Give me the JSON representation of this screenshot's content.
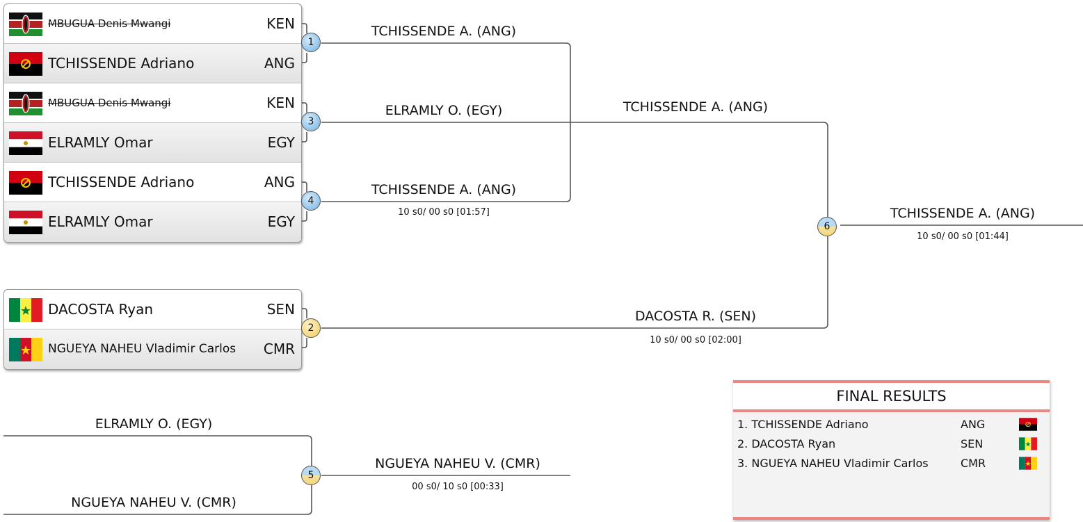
{
  "pools": [
    {
      "entries": [
        {
          "name": "MBUGUA Denis Mwangi",
          "code": "KEN",
          "flag": "kenya-flag",
          "struck": true
        },
        {
          "name": "TCHISSENDE Adriano",
          "code": "ANG",
          "flag": "angola-flag",
          "struck": false
        },
        {
          "name": "MBUGUA Denis Mwangi",
          "code": "KEN",
          "flag": "kenya-flag",
          "struck": true
        },
        {
          "name": "ELRAMLY Omar",
          "code": "EGY",
          "flag": "egypt-flag",
          "struck": false
        },
        {
          "name": "TCHISSENDE Adriano",
          "code": "ANG",
          "flag": "angola-flag",
          "struck": false
        },
        {
          "name": "ELRAMLY Omar",
          "code": "EGY",
          "flag": "egypt-flag",
          "struck": false
        }
      ]
    },
    {
      "entries": [
        {
          "name": "DACOSTA Ryan",
          "code": "SEN",
          "flag": "senegal-flag",
          "struck": false
        },
        {
          "name": "NGUEYA NAHEU Vladimir Carlos",
          "code": "CMR",
          "flag": "cameroon-flag",
          "struck": false
        }
      ]
    }
  ],
  "matches": [
    {
      "number": "1",
      "winner": "TCHISSENDE A. (ANG)",
      "score": ""
    },
    {
      "number": "3",
      "winner": "ELRAMLY O. (EGY)",
      "score": ""
    },
    {
      "number": "4",
      "winner": "TCHISSENDE A. (ANG)",
      "score": "10 s0/ 00 s0 [01:57]"
    },
    {
      "number": "2",
      "winner": "DACOSTA R. (SEN)",
      "score": "10 s0/ 00 s0 [02:00]"
    },
    {
      "number": "6",
      "winner": "TCHISSENDE A. (ANG)",
      "score": "10 s0/ 00 s0 [01:44]",
      "semi_label": "TCHISSENDE A. (ANG)"
    },
    {
      "number": "5",
      "winner": "NGUEYA NAHEU V. (CMR)",
      "score": "00 s0/ 10 s0 [00:33]",
      "top_entrant": "ELRAMLY O. (EGY)",
      "bottom_entrant": "NGUEYA NAHEU V. (CMR)"
    }
  ],
  "final_results": {
    "title": "FINAL RESULTS",
    "rows": [
      {
        "text": "1. TCHISSENDE Adriano",
        "code": "ANG",
        "flag": "angola-flag"
      },
      {
        "text": "2. DACOSTA Ryan",
        "code": "SEN",
        "flag": "senegal-flag"
      },
      {
        "text": "3. NGUEYA NAHEU Vladimir Carlos",
        "code": "CMR",
        "flag": "cameroon-flag"
      }
    ]
  },
  "colors": {
    "line": "#555555",
    "node_blue": "#8fc2ea",
    "node_gold": "#f3d67b",
    "results_accent": "#e98780"
  }
}
